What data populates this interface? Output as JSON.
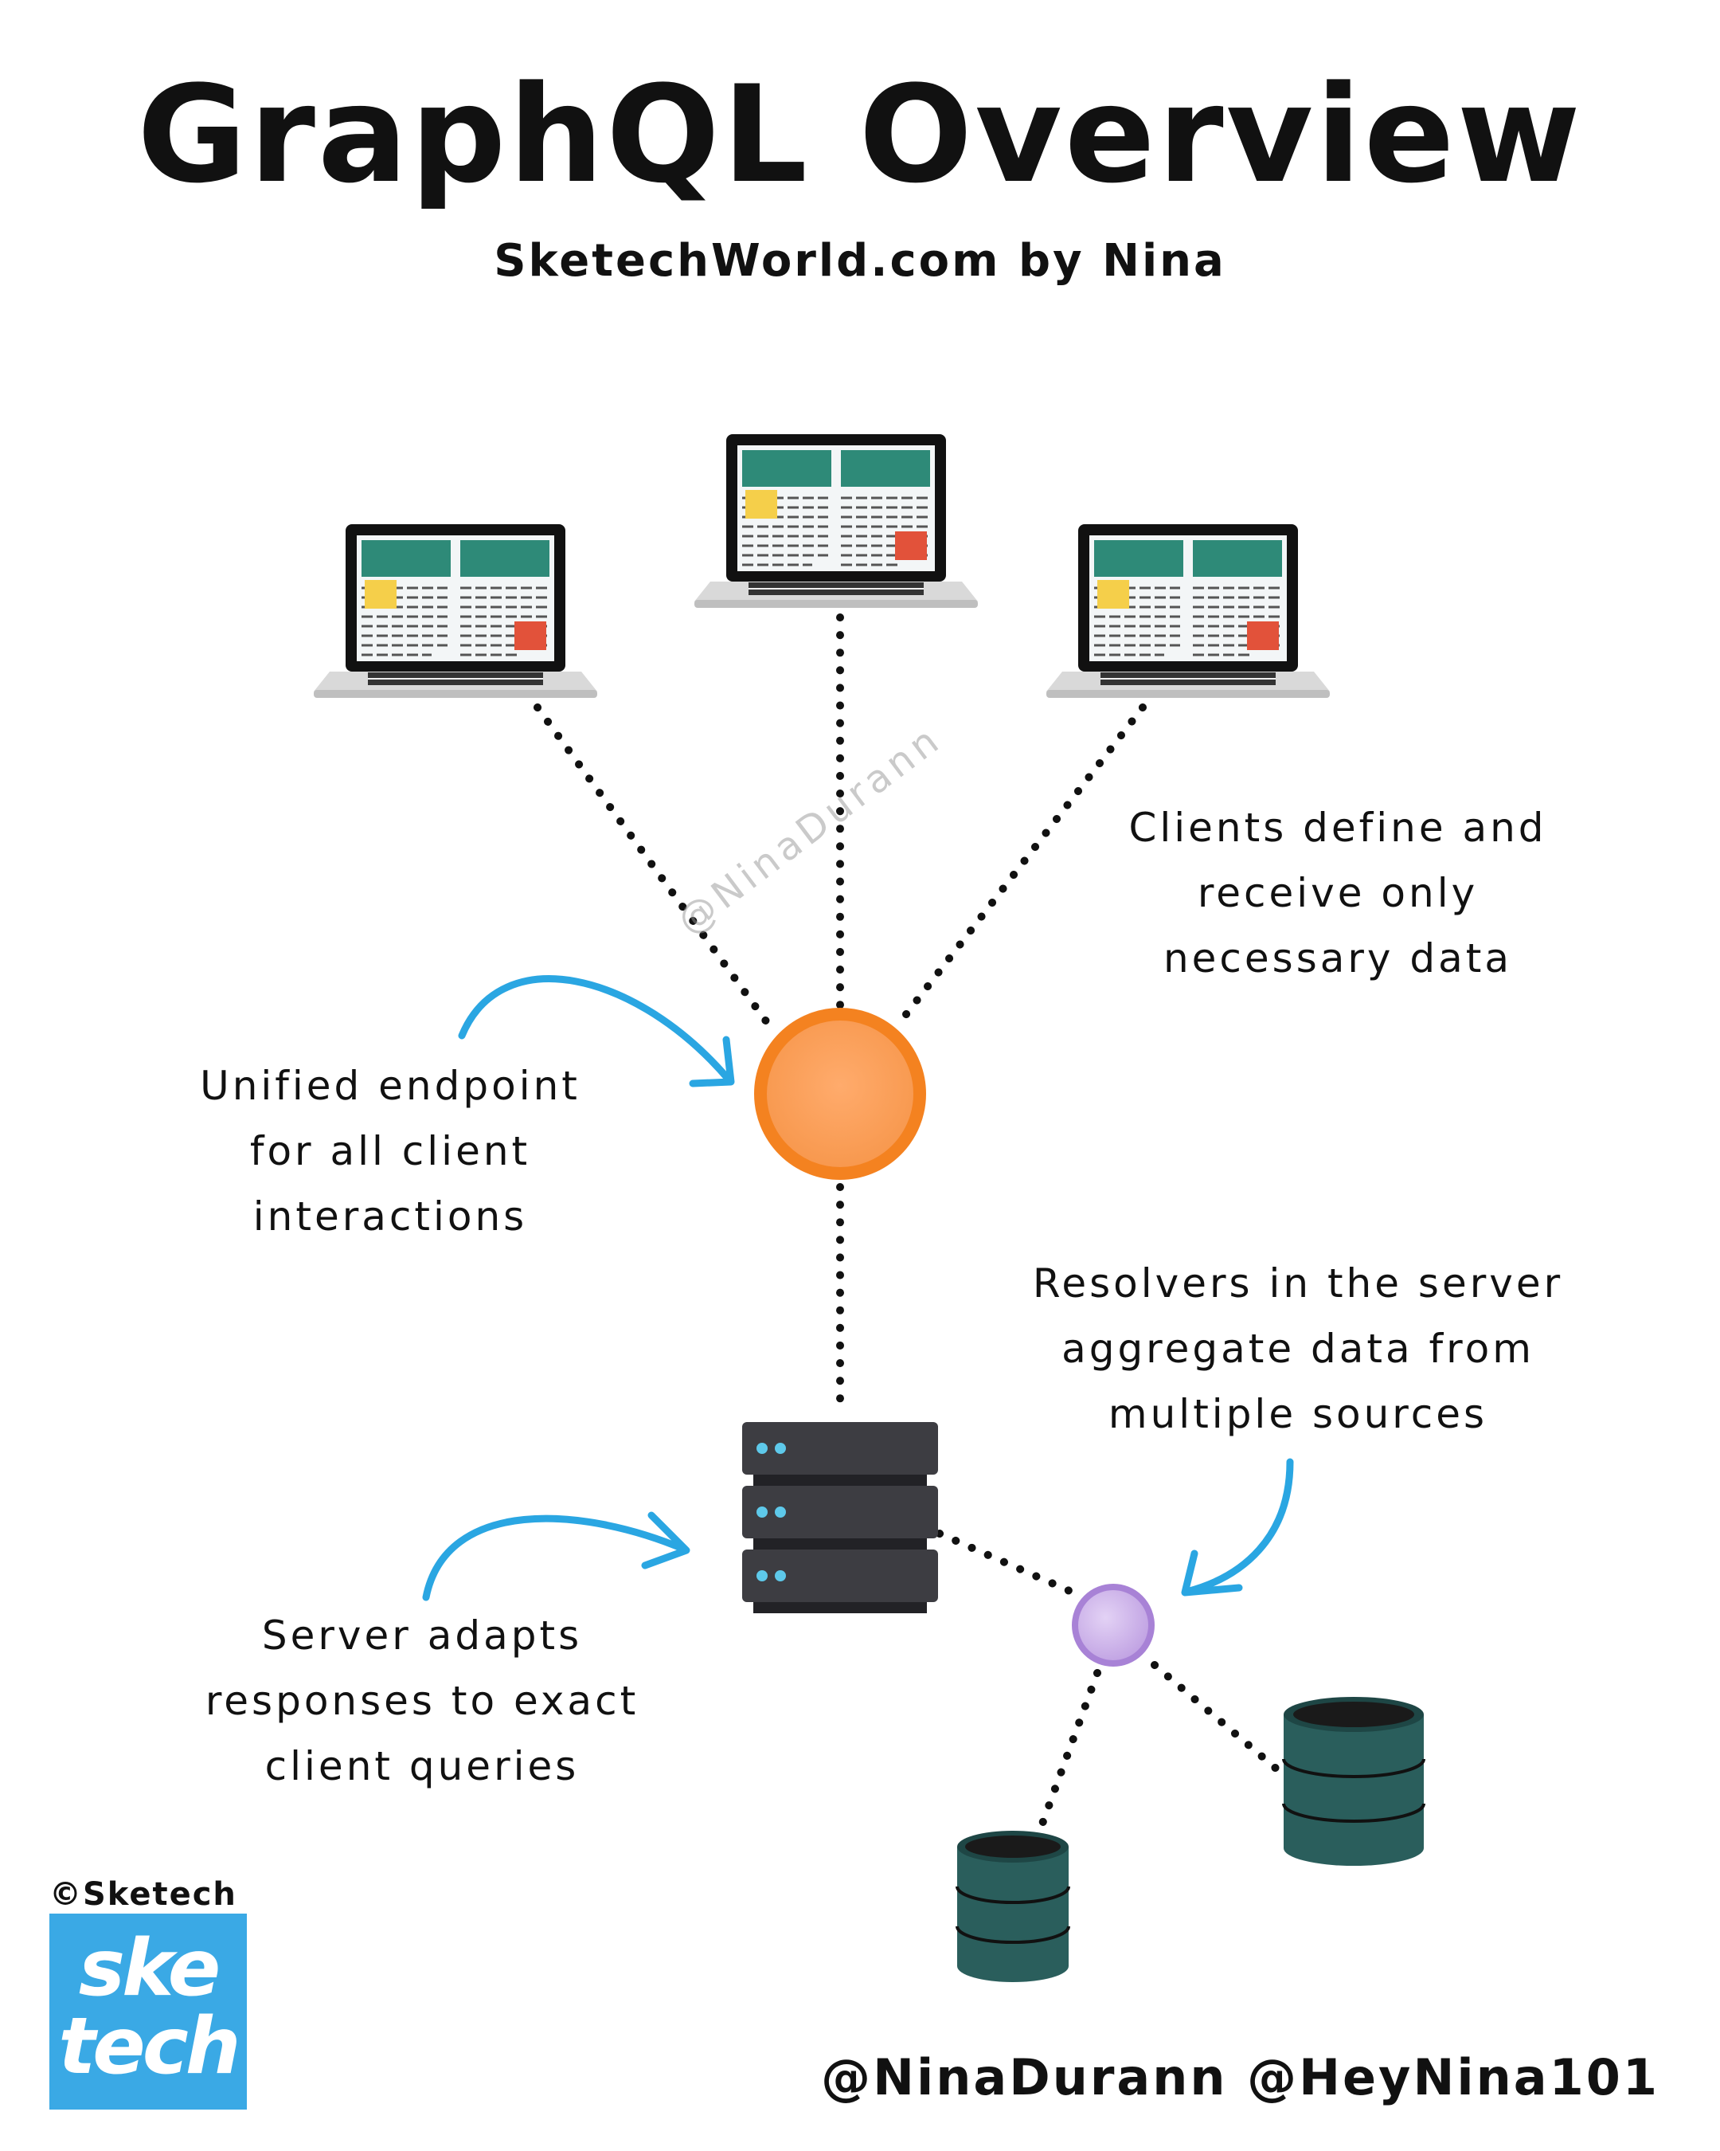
{
  "header": {
    "title": "GraphQL Overview",
    "subtitle": "SketechWorld.com by Nina"
  },
  "notes": {
    "clients": [
      "Clients define and",
      "receive only",
      "necessary data"
    ],
    "endpoint": [
      "Unified endpoint",
      "for all client",
      "interactions"
    ],
    "resolvers": [
      "Resolvers in the server",
      "aggregate data from",
      "multiple sources"
    ],
    "server": [
      "Server adapts",
      "responses to exact",
      "client queries"
    ]
  },
  "watermark": "@NinaDurann",
  "footer": {
    "copyright": "©Sketech",
    "logo_line1": "ske",
    "logo_line2": "tech",
    "handles": "@NinaDurann @HeyNina101"
  },
  "colors": {
    "endpoint": "#f7974c",
    "endpoint_ring": "#f48220",
    "resolver": "#c8abe6",
    "resolver_ring": "#a882d6",
    "database": "#2a5e5c",
    "server": "#3d3d42",
    "server_led": "#5ec9ea",
    "arrow": "#2aa6e2",
    "logo_bg": "#3aa9e5",
    "screen_header": "#2e8a78",
    "sticky_yellow": "#f5cf4a",
    "sticky_red": "#e2523a"
  },
  "icons": [
    "laptop-icon",
    "server-rack-icon",
    "database-icon",
    "endpoint-node",
    "resolver-node",
    "arrow-icon"
  ]
}
